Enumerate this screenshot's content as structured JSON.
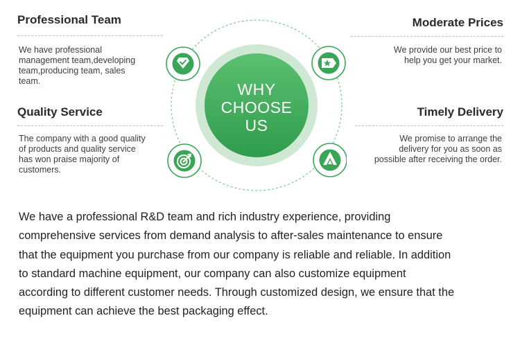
{
  "colors": {
    "green_dark": "#2e9d4e",
    "green_mid": "#4bb865",
    "green_light": "#cfe8d4",
    "dashed_ring": "#7cc98d"
  },
  "hub": {
    "title_lines": [
      "WHY",
      "CHOOSE",
      "US"
    ]
  },
  "features": {
    "professional_team": {
      "title": "Professional Team",
      "text_lines": [
        "We have  professional",
        "management team,developing",
        "team,producing team, sales",
        "team."
      ],
      "icon": "diamond-check-icon"
    },
    "moderate_prices": {
      "title": "Moderate Prices",
      "text_lines": [
        "We provide our best price to",
        "help you get your market."
      ],
      "icon": "price-tag-star-icon"
    },
    "quality_service": {
      "title": "Quality Service",
      "text_lines": [
        "The company with a good quality",
        "of  products and quality service",
        "has won  praise majority of",
        "customers."
      ],
      "icon": "target-arrow-icon"
    },
    "timely_delivery": {
      "title": "Timely Delivery",
      "text_lines": [
        "We promise to arrange the",
        "delivery for you as soon as",
        "possible after receiving the order."
      ],
      "icon": "triangle-pyramid-icon"
    }
  },
  "paragraph": {
    "lines": [
      "We have a professional R&D team and rich industry experience, providing",
      "comprehensive services from demand analysis to after-sales maintenance to ensure",
      "that the equipment you purchase from our company is reliable and reliable. In addition",
      "to standard machine equipment, our company can also customize equipment",
      "according to different customer needs. Through customized design, we ensure that the",
      "equipment can achieve the best packaging effect."
    ]
  }
}
